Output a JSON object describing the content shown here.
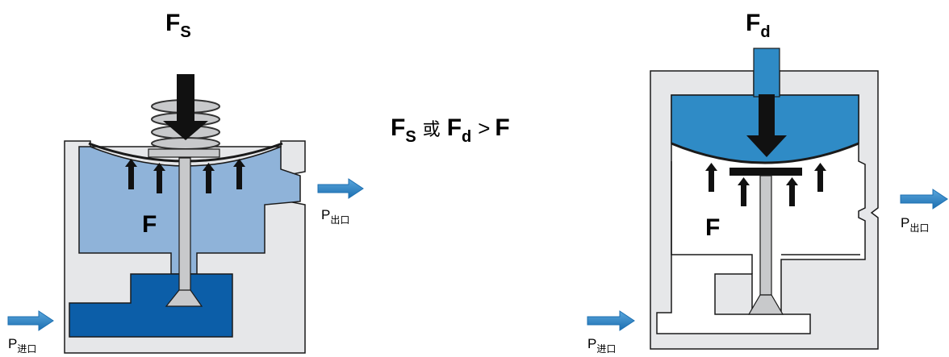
{
  "left": {
    "force_main": "F",
    "force_sub": "S",
    "chamber_force": "F",
    "outlet_main": "P",
    "outlet_sub": "出口",
    "inlet_main": "P",
    "inlet_sub": "进口"
  },
  "right": {
    "force_main": "F",
    "force_sub": "d",
    "chamber_force": "F",
    "outlet_main": "P",
    "outlet_sub": "出口",
    "inlet_main": "P",
    "inlet_sub": "进口"
  },
  "equation": {
    "fs_main": "F",
    "fs_sub": "S",
    "or_text": "或",
    "fd_main": "F",
    "fd_sub": "d",
    "gt": ">",
    "f": "F"
  },
  "colors": {
    "body_gray": "#e6e7e9",
    "light_blue": "#8fb3d9",
    "dark_blue": "#0c5ea8",
    "actuator_blue": "#2f8bc6",
    "arrow_blue": "#2b7fbf",
    "stem_gray": "#c8c9cb",
    "outline": "#1a1a1a"
  }
}
